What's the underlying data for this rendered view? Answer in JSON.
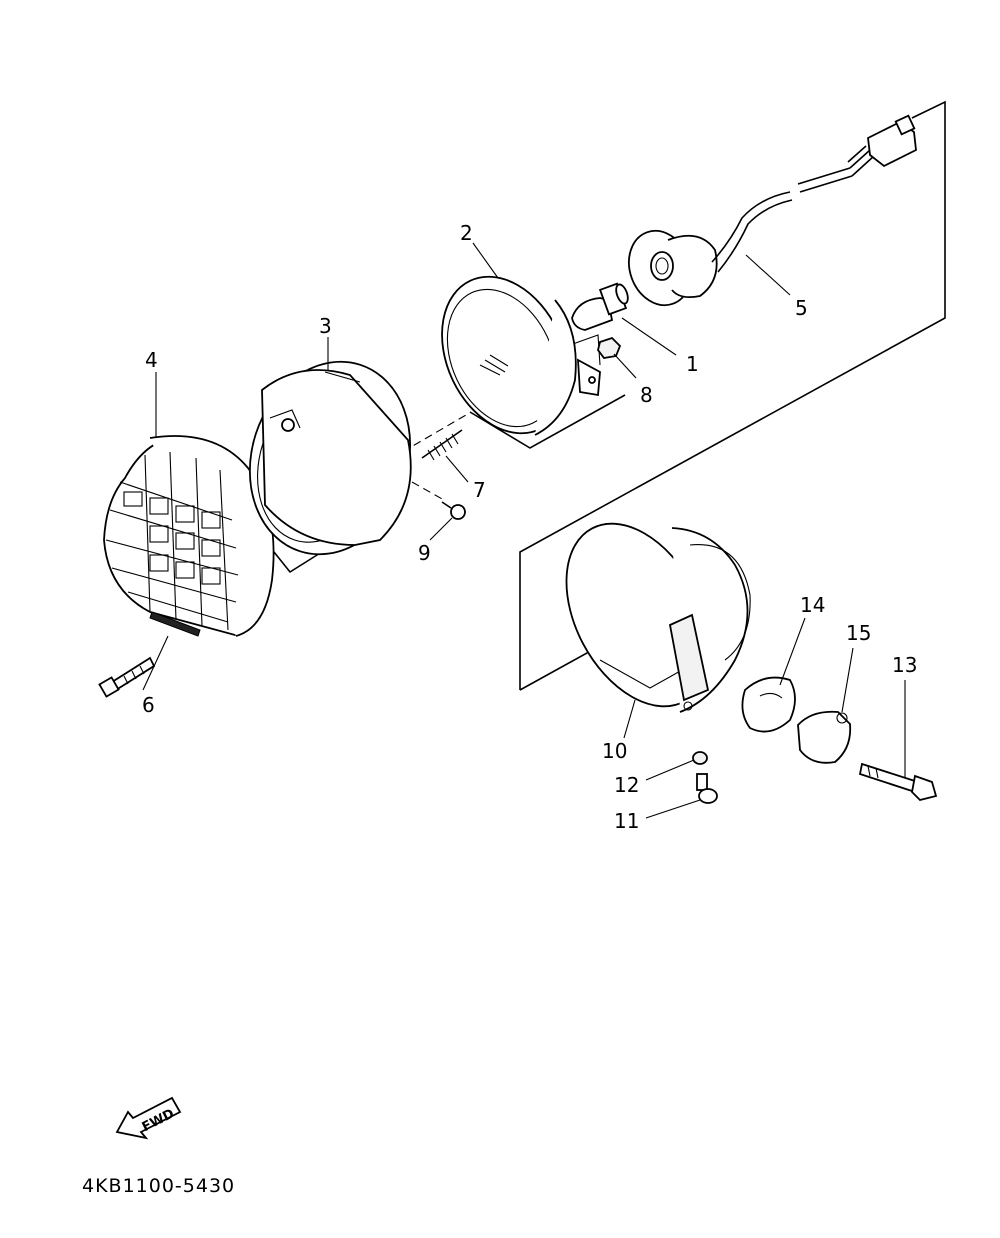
{
  "diagram": {
    "code": "4KB1100-5430",
    "fwd_label": "FWD",
    "callouts": {
      "c1": "1",
      "c2": "2",
      "c3": "3",
      "c4": "4",
      "c5": "5",
      "c6": "6",
      "c7": "7",
      "c8": "8",
      "c9": "9",
      "c10": "10",
      "c11": "11",
      "c12": "12",
      "c13": "13",
      "c14": "14",
      "c15": "15"
    }
  }
}
